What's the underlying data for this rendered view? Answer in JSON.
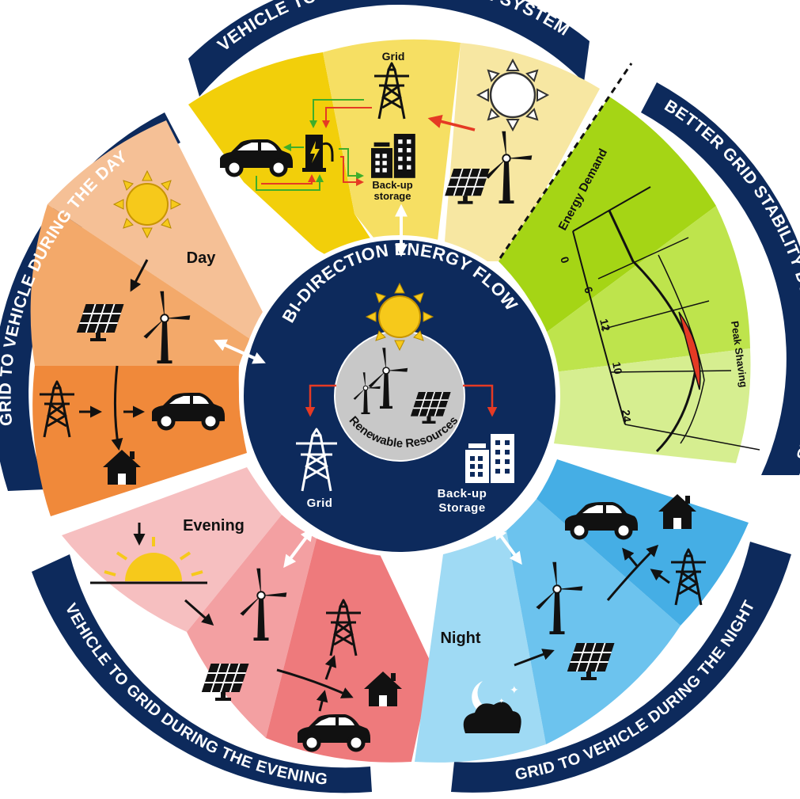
{
  "ring_titles": {
    "top": "VEHICLE TO GRID INTEGRATION SYSTEM",
    "right": "BETTER GRID STABILITY DURING PEAK HOURS",
    "bottom_right": "GRID TO VEHICLE DURING THE NIGHT",
    "bottom_left": "VEHICLE TO GRID DURING THE EVENING",
    "left": "GRID TO VEHICLE DURING THE DAY"
  },
  "center": {
    "title": "BI-DIRECTION ENERGY FLOW",
    "resources_label": "Renewable Resources",
    "grid_label": "Grid",
    "backup_label_line1": "Back-up",
    "backup_label_line2": "Storage"
  },
  "top_segment": {
    "grid_label": "Grid",
    "backup_line1": "Back-up",
    "backup_line2": "storage"
  },
  "peak_segment": {
    "y_axis_label": "Energy Demand",
    "ticks": [
      "0",
      "6",
      "12",
      "10",
      "24"
    ],
    "annotation": "Peak Shaving"
  },
  "phase_labels": {
    "day": "Day",
    "evening": "Evening",
    "night": "Night"
  },
  "colors": {
    "navy": "#0d2a5c",
    "top_yellow": "#f2cf0a",
    "top_light": "#f6df63",
    "top_pale": "#f7e7a2",
    "green_dark": "#a5d515",
    "green_mid": "#bee44c",
    "green_light": "#d6ee90",
    "day_light": "#f5c096",
    "day_mid": "#f3a96a",
    "day_dark": "#f0893a",
    "eve_light": "#f6bfc0",
    "eve_mid": "#f3a0a2",
    "eve_dark": "#ee7a7c",
    "night_light": "#9fdaf4",
    "night_mid": "#6cc3ee",
    "night_dark": "#45aee5",
    "sun": "#f6c91b",
    "red_arrow": "#e53a24",
    "green_arrow": "#3fae2a"
  }
}
